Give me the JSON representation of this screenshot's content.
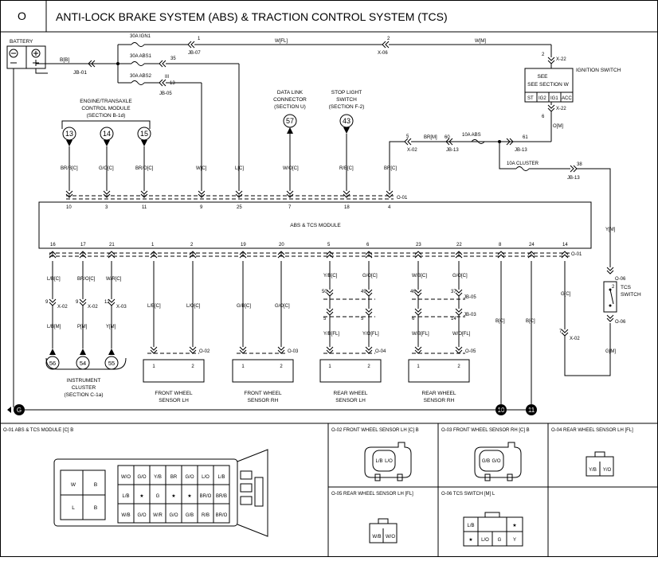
{
  "header": {
    "section_letter": "O",
    "title": "ANTI-LOCK BRAKE SYSTEM (ABS) & TRACTION CONTROL SYSTEM (TCS)"
  },
  "battery": {
    "label": "BATTERY",
    "wire": "B[B]",
    "jb": "JB-01"
  },
  "fuses": {
    "ign1": {
      "label": "30A IGN1",
      "pin": "1",
      "jb": "JB-07",
      "wire": "W[FL]",
      "pin2": "2",
      "conn2": "X-06",
      "wire2": "W[M]"
    },
    "abs1": {
      "label": "30A ABS1",
      "pin": "35"
    },
    "abs2": {
      "label": "30A ABS2",
      "pin": "13",
      "pin_alt": "III",
      "jb": "JB-05"
    }
  },
  "ignition_switch": {
    "label": "IGNITION SWITCH",
    "note": "SEE SECTION W",
    "positions": [
      "ST",
      "IG2",
      "IG1",
      "ACC"
    ],
    "pin_top": "2",
    "conn_top": "X-22",
    "pin_bottom": "6",
    "conn_bottom": "X-22",
    "wire": "O[M]"
  },
  "ecm": {
    "label": "ENGINE/TRANSAXLE CONTROL MODULE",
    "section": "(SECTION B-1d)"
  },
  "dlc": {
    "label": "DATA LINK CONNECTOR",
    "section": "(SECTION U)",
    "ref": "57",
    "wire": "W/O[C]",
    "pin": "7"
  },
  "stop_light": {
    "label": "STOP LIGHT SWITCH",
    "section": "(SECTION F-2)",
    "ref": "43",
    "wire": "R/B[C]",
    "pin": "18"
  },
  "ecm_refs": [
    {
      "ref": "13",
      "wire": "BR/B[C]",
      "pin": "10"
    },
    {
      "ref": "14",
      "wire": "G/O[C]",
      "pin": "3"
    },
    {
      "ref": "15",
      "wire": "BR/O[C]",
      "pin": "11"
    }
  ],
  "module_top": [
    {
      "wire": "W[C]",
      "pin": "9"
    },
    {
      "wire": "L[C]",
      "pin": "25"
    },
    {
      "wire": "BR[C]",
      "pin": "4"
    }
  ],
  "fuse_abs": {
    "label": "10A ABS",
    "pin_left": "60",
    "jb_left": "JB-13",
    "pin_right": "61",
    "jb_right": "JB-13",
    "wire": "BR[M]",
    "pin_x": "5",
    "conn_x": "X-02",
    "conn_top": "O-01"
  },
  "fuse_cluster": {
    "label": "10A CLUSTER",
    "pin": "38",
    "jb": "JB-13",
    "wire": "Y[M]"
  },
  "module": {
    "label": "ABS & TCS MODULE",
    "conn": "O-01"
  },
  "module_bottom_pins": [
    "16",
    "17",
    "21",
    "1",
    "2",
    "19",
    "20",
    "5",
    "6",
    "23",
    "22",
    "8",
    "24",
    "14"
  ],
  "cluster_wires": [
    {
      "upper": "L/B[C]",
      "pin": "9",
      "conn": "X-02",
      "lower": "L/B[M]",
      "ref": "56"
    },
    {
      "upper": "BR/O[C]",
      "pin": "9",
      "conn": "X-02",
      "lower": "P[M]",
      "ref": "54"
    },
    {
      "upper": "W/R[C]",
      "pin": "12",
      "conn": "X-03",
      "lower": "Y[M]",
      "ref": "55"
    }
  ],
  "cluster": {
    "label": "INSTRUMENT CLUSTER",
    "section": "(SECTION C-1a)"
  },
  "sensors": [
    {
      "label": "FRONT WHEEL SENSOR LH",
      "wires": [
        "L/B[C]",
        "L/O[C]"
      ],
      "conn": "O-02",
      "pins": [
        "1",
        "2"
      ]
    },
    {
      "label": "FRONT WHEEL SENSOR RH",
      "wires": [
        "G/B[C]",
        "G/O[C]"
      ],
      "conn": "O-03",
      "pins": [
        "1",
        "2"
      ]
    },
    {
      "label": "REAR WHEEL SENSOR LH",
      "wires_upper": [
        "Y/B[C]",
        "G/O[C]"
      ],
      "wires_lower": [
        "Y/B[FL]",
        "Y/O[FL]"
      ],
      "conn": "O-04",
      "pins": [
        "1",
        "2"
      ],
      "jb_pins": [
        "50",
        "49",
        "5",
        "5"
      ]
    },
    {
      "label": "REAR WHEEL SENSOR RH",
      "wires_upper": [
        "W/B[C]",
        "G/O[C]"
      ],
      "wires_lower": [
        "W/B[FL]",
        "W/O[FL]"
      ],
      "conn": "O-05",
      "pins": [
        "1",
        "2"
      ],
      "jb_pins": [
        "46",
        "37",
        "6",
        "14"
      ]
    }
  ],
  "jb_rear": {
    "upper": "JB-05",
    "lower": "JB-03"
  },
  "grounds": [
    {
      "ref": "10",
      "wire": "B[C]"
    },
    {
      "ref": "11",
      "wire": "B[C]"
    }
  ],
  "ground_main": "G",
  "tcs": {
    "label": "TCS SWITCH",
    "conn": "O-06",
    "wire_left": "G[C]",
    "pin": "7",
    "conn_x": "X-02",
    "wire_bottom": "G[M]",
    "pins": [
      "2",
      "1"
    ]
  },
  "connectors": {
    "o01": {
      "title": "O-01 ABS & TCS MODULE [C] B",
      "left_cells": [
        "W",
        "B",
        "L",
        "B"
      ],
      "row1": [
        "W/O",
        "G/O",
        "Y/B",
        "BR",
        "G/O",
        "L/O",
        "L/B"
      ],
      "row2": [
        "L/B",
        "★",
        "G",
        "★",
        "★",
        "BR/O",
        "BR/B"
      ],
      "row3": [
        "W/B",
        "G/O",
        "W/R",
        "G/O",
        "G/B",
        "R/B",
        "BR/O"
      ]
    },
    "o02": {
      "title": "O-02 FRONT WHEEL SENSOR LH [C] B",
      "pins": [
        "L/B",
        "L/O"
      ]
    },
    "o03": {
      "title": "O-03 FRONT WHEEL SENSOR RH [C] B",
      "pins": [
        "G/B",
        "G/O"
      ]
    },
    "o04": {
      "title": "O-04 REAR WHEEL SENSOR LH [FL]",
      "pins": [
        "Y/B",
        "Y/O"
      ]
    },
    "o05": {
      "title": "O-05 REAR WHEEL SENSOR LH [FL]",
      "pins": [
        "W/B",
        "W/O"
      ]
    },
    "o06": {
      "title": "O-06 TCS SWITCH [M] L",
      "pins": [
        "L/B",
        "★",
        "★",
        "L/O",
        "G",
        "Y"
      ]
    }
  }
}
